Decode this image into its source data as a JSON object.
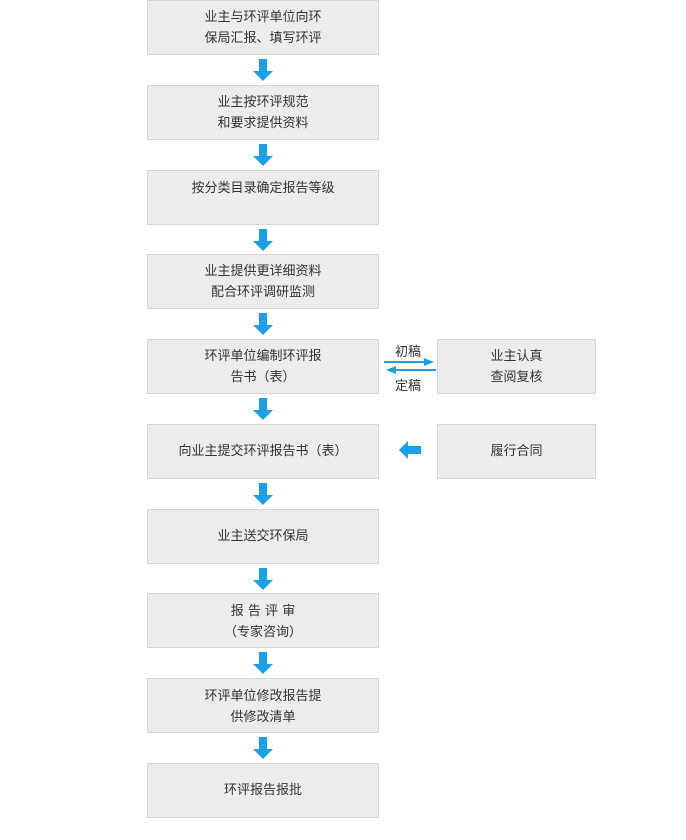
{
  "colors": {
    "box_fill": "#ececec",
    "box_border": "#d5d5d5",
    "arrow": "#1aa0e6"
  },
  "steps": [
    {
      "lines": [
        "业主与环评单位向环",
        "保局汇报、填写环评"
      ]
    },
    {
      "lines": [
        "业主按环评规范",
        "和要求提供资料"
      ]
    },
    {
      "lines": [
        "按分类目录确定报告等级"
      ]
    },
    {
      "lines": [
        "业主提供更详细资料",
        "配合环评调研监测"
      ]
    },
    {
      "lines": [
        "环评单位编制环评报",
        "告书（表）"
      ]
    },
    {
      "lines": [
        "向业主提交环评报告书（表）"
      ]
    },
    {
      "lines": [
        "业主送交环保局"
      ]
    },
    {
      "lines": [
        "报 告 评 审",
        "（专家咨询）"
      ]
    },
    {
      "lines": [
        "环评单位修改报告提",
        "供修改清单"
      ]
    },
    {
      "lines": [
        "环评报告报批"
      ]
    }
  ],
  "side_boxes": [
    {
      "lines": [
        "业主认真",
        "查阅复核"
      ]
    },
    {
      "lines": [
        "履行合同"
      ]
    }
  ],
  "exchange": {
    "top_label": "初稿",
    "bottom_label": "定稿"
  }
}
